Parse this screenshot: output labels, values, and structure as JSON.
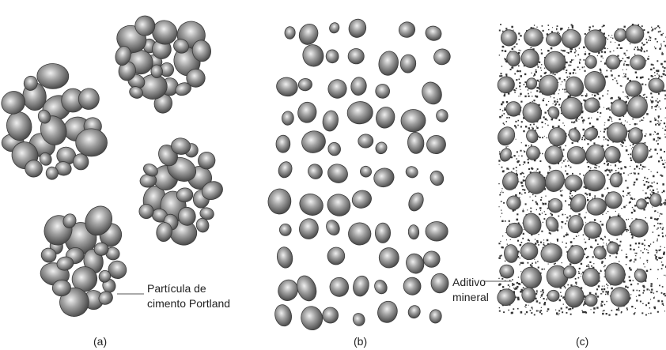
{
  "panels": [
    {
      "label": "(a)"
    },
    {
      "label": "(b)"
    },
    {
      "label": "(c)"
    }
  ],
  "annotations": {
    "cement_line1": "Partícula de",
    "cement_line2": "cimento Portland",
    "mineral_line1": "Aditivo",
    "mineral_line2": "mineral"
  },
  "colors": {
    "particle_light": "#f0f0f0",
    "particle_mid": "#a0a0a0",
    "particle_dark": "#4c4c4c",
    "fines": "#333333"
  }
}
